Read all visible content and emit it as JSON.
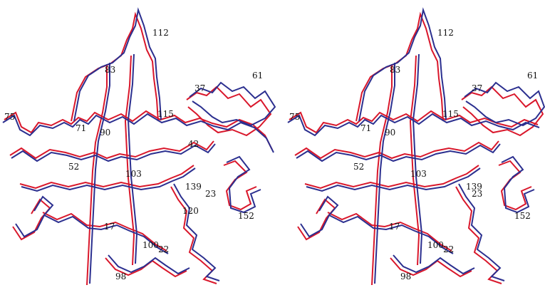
{
  "colors": {
    "trace_a": "#d9172b",
    "trace_b": "#2b2f8f",
    "label": "#111111"
  },
  "panels": [
    {
      "id": "left",
      "labels": [
        "112",
        "83",
        "37",
        "61",
        "75",
        "115",
        "71",
        "90",
        "52",
        "103",
        "139",
        "23",
        "152",
        "17",
        "100",
        "22",
        "98",
        "42",
        "120"
      ]
    },
    {
      "id": "right",
      "labels": [
        "112",
        "83",
        "37",
        "61",
        "75",
        "115",
        "71",
        "90",
        "52",
        "103",
        "139",
        "23",
        "152",
        "17",
        "100",
        "22",
        "98"
      ]
    }
  ]
}
